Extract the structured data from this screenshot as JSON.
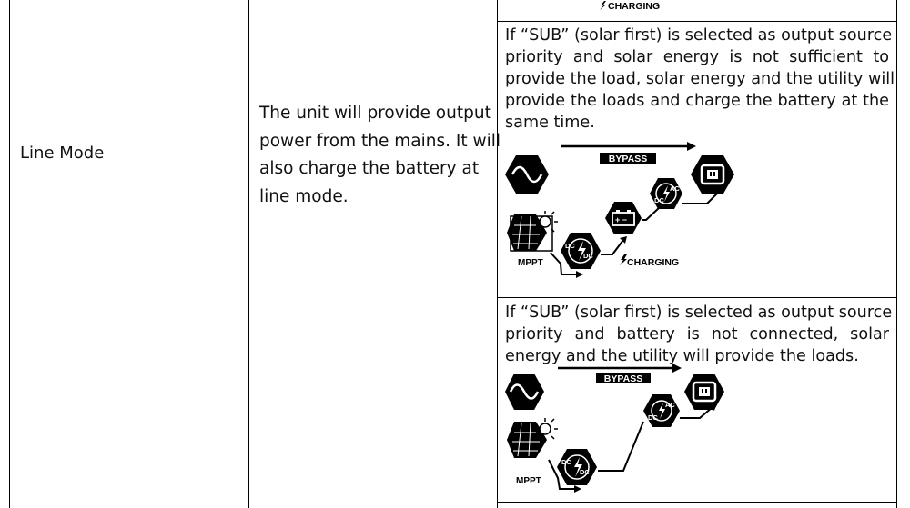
{
  "table": {
    "mode_label": "Line Mode",
    "description": [
      "The unit will provide output",
      "power from the mains. It will",
      "also charge the battery at",
      "line mode."
    ],
    "rows": [
      {
        "condition": [
          "If “SUB” (solar first) is selected as output source",
          "priority and solar energy is not sufficient to",
          "provide the load, solar energy and the utility will",
          "provide the loads and charge the battery at the",
          "same time."
        ]
      },
      {
        "condition": [
          "If “SUB” (solar first) is selected as output source",
          "priority and battery is not connected, solar",
          "energy and the utility will provide the loads."
        ]
      }
    ]
  },
  "diagram_labels": {
    "bypass": "BYPASS",
    "charging": "CHARGING",
    "mppt": "MPPT",
    "dc": "DC",
    "ac": "AC"
  },
  "icons": [
    "ac-sine-icon",
    "solar-panel-icon",
    "dc-dc-converter-icon",
    "battery-icon",
    "dc-ac-inverter-icon",
    "ac-outlet-icon",
    "lightning-icon"
  ]
}
